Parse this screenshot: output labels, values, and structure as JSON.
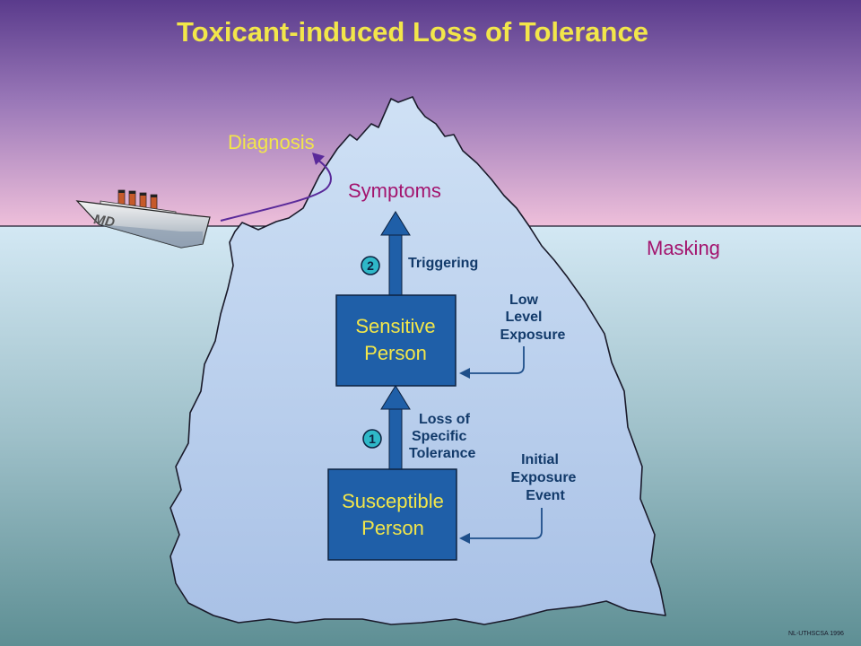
{
  "title": "Toxicant-induced Loss of Tolerance",
  "labels": {
    "diagnosis": "Diagnosis",
    "symptoms": "Symptoms",
    "masking": "Masking",
    "ship_name": "MD"
  },
  "boxes": {
    "sensitive": [
      "Sensitive",
      "Person"
    ],
    "susceptible": [
      "Susceptible",
      "Person"
    ]
  },
  "stages": {
    "triggering": {
      "number": "2",
      "label": "Triggering"
    },
    "loss": {
      "number": "1",
      "label": [
        "Loss of",
        "Specific",
        "Tolerance"
      ]
    }
  },
  "exposures": {
    "low": [
      "Low",
      "Level",
      "Exposure"
    ],
    "initial": [
      "Initial",
      "Exposure",
      "Event"
    ]
  },
  "credit": "NL-UTHSCSA 1996",
  "colors": {
    "sky_top": "#5a3b8c",
    "sky_bottom": "#e8b9d9",
    "water_top": "#cfe6f4",
    "water_bottom": "#5d8e95",
    "iceberg": "#b8cfee",
    "box_fill": "#1f5fa8",
    "box_text": "#f2e64a",
    "title": "#f2e64a",
    "diagnosis": "#f2e64a",
    "magenta": "#a3146e",
    "navy": "#123a6a",
    "arrow": "#1f5fa8",
    "diagnosis_arrow": "#5a2a9a"
  }
}
